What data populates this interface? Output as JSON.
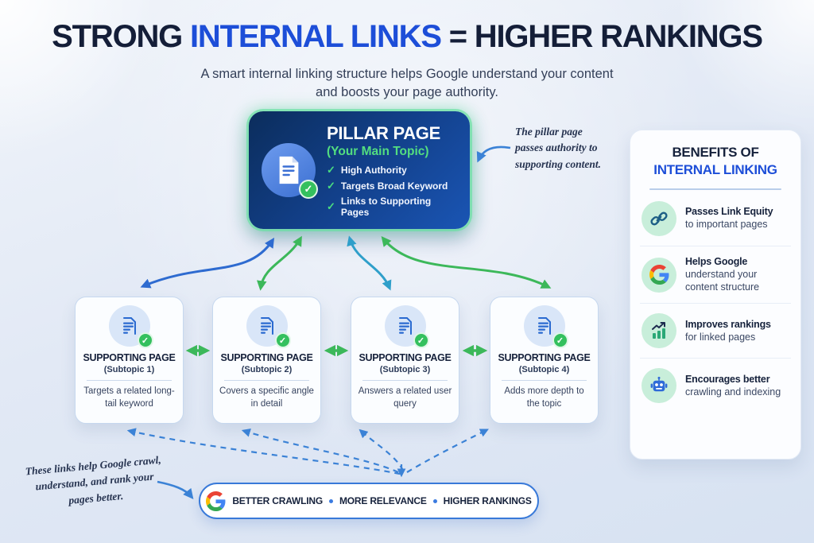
{
  "header": {
    "title_strong": "STRONG ",
    "title_highlight": "INTERNAL LINKS",
    "title_rest": " = HIGHER RANKINGS",
    "subtitle_line1": "A smart internal linking structure helps Google understand your content",
    "subtitle_line2": "and boosts your page authority."
  },
  "pillar": {
    "title": "PILLAR PAGE",
    "subtitle": "(Your Main Topic)",
    "bullets": [
      "High Authority",
      "Targets Broad Keyword",
      "Links to Supporting Pages"
    ]
  },
  "annotations": {
    "pillar_note": "The pillar page passes authority to supporting content.",
    "bottom_note": "These links help Google crawl, understand, and rank your pages better."
  },
  "benefits": {
    "title_line1": "BENEFITS OF",
    "title_line2": "INTERNAL LINKING",
    "items": [
      {
        "icon": "link-icon",
        "bold": "Passes Link Equity",
        "rest": "to important pages"
      },
      {
        "icon": "google-icon",
        "bold": "Helps Google",
        "rest": "understand your content structure"
      },
      {
        "icon": "chart-icon",
        "bold": "Improves rankings",
        "rest": "for linked pages"
      },
      {
        "icon": "robot-icon",
        "bold": "Encourages better",
        "rest": "crawling and indexing"
      }
    ]
  },
  "supporting_pages": [
    {
      "title": "SUPPORTING PAGE",
      "subtopic": "(Subtopic 1)",
      "description": "Targets a related long-tail keyword"
    },
    {
      "title": "SUPPORTING PAGE",
      "subtopic": "(Subtopic 2)",
      "description": "Covers a specific angle in detail"
    },
    {
      "title": "SUPPORTING PAGE",
      "subtopic": "(Subtopic 3)",
      "description": "Answers a related user query"
    },
    {
      "title": "SUPPORTING PAGE",
      "subtopic": "(Subtopic 4)",
      "description": "Adds more depth to the topic"
    }
  ],
  "footer_bar": {
    "items": [
      "BETTER CRAWLING",
      "MORE RELEVANCE",
      "HIGHER RANKINGS"
    ]
  },
  "icons": {
    "check": "✓"
  },
  "colors": {
    "accent_blue": "#1d4ed8",
    "navy": "#141e38",
    "green": "#3cb85a",
    "mint": "#c8eeda",
    "teal_arrow": "#2f9fca",
    "dashed_blue": "#3b82d6"
  }
}
